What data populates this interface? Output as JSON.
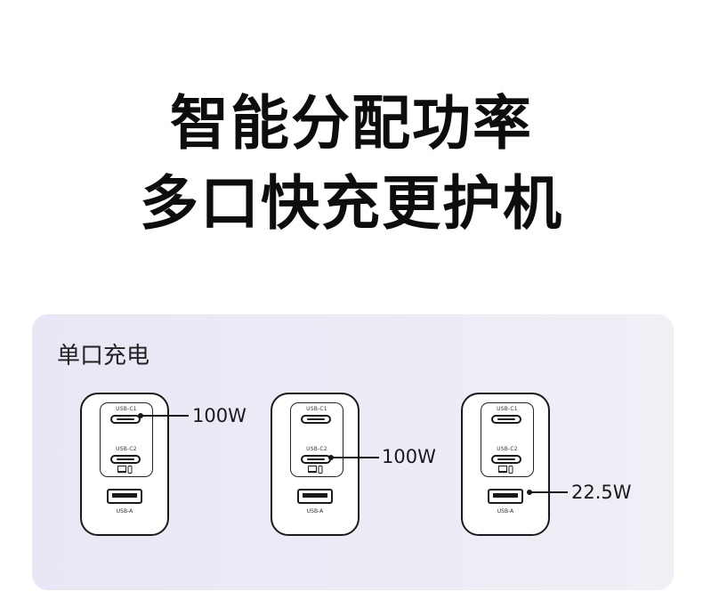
{
  "headline": {
    "line1": "智能分配功率",
    "line2": "多口快充更护机"
  },
  "panel": {
    "title": "单口充电",
    "chargers": [
      {
        "port_c1": "USB-C1",
        "port_c2": "USB-C2",
        "port_a": "USB-A",
        "active_port": "USB-C1",
        "power": "100W"
      },
      {
        "port_c1": "USB-C1",
        "port_c2": "USB-C2",
        "port_a": "USB-A",
        "active_port": "USB-C2",
        "power": "100W"
      },
      {
        "port_c1": "USB-C1",
        "port_c2": "USB-C2",
        "port_a": "USB-A",
        "active_port": "USB-A",
        "power": "22.5W"
      }
    ]
  },
  "icons": [
    "usb-c-port-icon",
    "usb-a-port-icon",
    "laptop-phone-icon"
  ]
}
